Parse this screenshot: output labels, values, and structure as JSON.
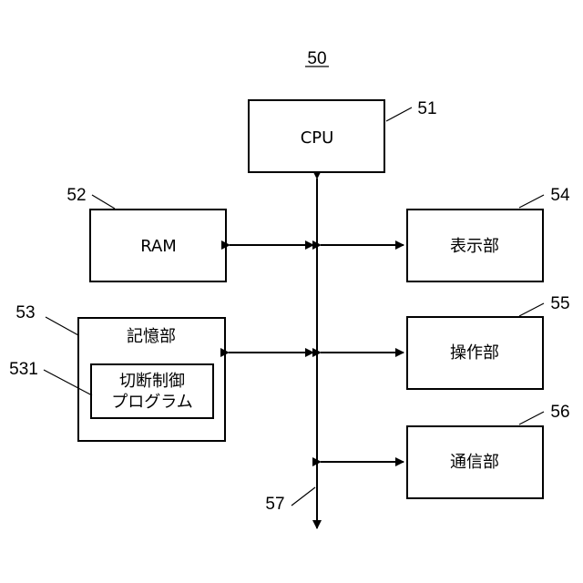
{
  "figure_ref": "50",
  "blocks": {
    "cpu": {
      "ref": "51",
      "label": "CPU"
    },
    "ram": {
      "ref": "52",
      "label": "RAM"
    },
    "storage": {
      "ref": "53",
      "label": "記憶部"
    },
    "program": {
      "ref": "531",
      "label_line1": "切断制御",
      "label_line2": "プログラム"
    },
    "display": {
      "ref": "54",
      "label": "表示部"
    },
    "operation": {
      "ref": "55",
      "label": "操作部"
    },
    "communication": {
      "ref": "56",
      "label": "通信部"
    },
    "bus": {
      "ref": "57"
    }
  }
}
